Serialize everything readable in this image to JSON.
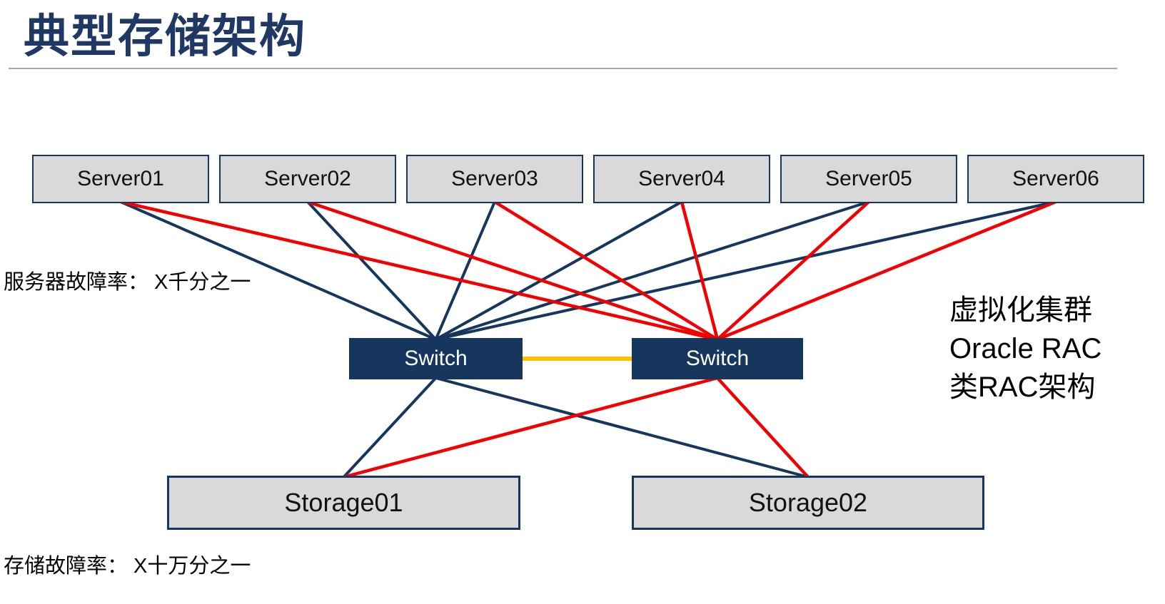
{
  "title": "典型存储架构",
  "colors": {
    "navy": "#17365D",
    "red": "#F40000",
    "yellow": "#FFC000",
    "box_fill": "#D9D9D9",
    "title_navy": "#203864",
    "divider_gray": "#A6A6A6"
  },
  "servers": [
    {
      "id": "server-1",
      "label": "Server01"
    },
    {
      "id": "server-2",
      "label": "Server02"
    },
    {
      "id": "server-3",
      "label": "Server03"
    },
    {
      "id": "server-4",
      "label": "Server04"
    },
    {
      "id": "server-5",
      "label": "Server05"
    },
    {
      "id": "server-6",
      "label": "Server06"
    }
  ],
  "switches": [
    {
      "id": "switch-1",
      "label": "Switch"
    },
    {
      "id": "switch-2",
      "label": "Switch"
    }
  ],
  "storages": [
    {
      "id": "storage-1",
      "label": "Storage01"
    },
    {
      "id": "storage-2",
      "label": "Storage02"
    }
  ],
  "annotations": {
    "server_failure_rate": "服务器故障率： X千分之一",
    "storage_failure_rate": "存储故障率： X十万分之一",
    "cluster_note_line1": "虚拟化集群",
    "cluster_note_line2": "Oracle RAC",
    "cluster_note_line3": "类RAC架构"
  },
  "connections": [
    {
      "from": "server-1",
      "fromSide": "bottom",
      "to": "switch-1",
      "toSide": "top",
      "color": "navy",
      "width": 4
    },
    {
      "from": "server-2",
      "fromSide": "bottom",
      "to": "switch-1",
      "toSide": "top",
      "color": "navy",
      "width": 4
    },
    {
      "from": "server-3",
      "fromSide": "bottom",
      "to": "switch-1",
      "toSide": "top",
      "color": "navy",
      "width": 4
    },
    {
      "from": "server-4",
      "fromSide": "bottom",
      "to": "switch-1",
      "toSide": "top",
      "color": "navy",
      "width": 4
    },
    {
      "from": "server-5",
      "fromSide": "bottom",
      "to": "switch-1",
      "toSide": "top",
      "color": "navy",
      "width": 4
    },
    {
      "from": "server-6",
      "fromSide": "bottom",
      "to": "switch-1",
      "toSide": "top",
      "color": "navy",
      "width": 4
    },
    {
      "from": "switch-1",
      "fromSide": "bottom",
      "to": "storage-1",
      "toSide": "top",
      "color": "navy",
      "width": 4
    },
    {
      "from": "switch-1",
      "fromSide": "bottom",
      "to": "storage-2",
      "toSide": "top",
      "color": "navy",
      "width": 4
    },
    {
      "from": "server-1",
      "fromSide": "bottom",
      "to": "switch-2",
      "toSide": "top",
      "color": "red",
      "width": 4.5
    },
    {
      "from": "server-2",
      "fromSide": "bottom",
      "to": "switch-2",
      "toSide": "top",
      "color": "red",
      "width": 4.5
    },
    {
      "from": "server-3",
      "fromSide": "bottom",
      "to": "switch-2",
      "toSide": "top",
      "color": "red",
      "width": 4.5
    },
    {
      "from": "server-4",
      "fromSide": "bottom",
      "to": "switch-2",
      "toSide": "top",
      "color": "red",
      "width": 4.5
    },
    {
      "from": "server-5",
      "fromSide": "bottom",
      "to": "switch-2",
      "toSide": "top",
      "color": "red",
      "width": 4.5
    },
    {
      "from": "server-6",
      "fromSide": "bottom",
      "to": "switch-2",
      "toSide": "top",
      "color": "red",
      "width": 4.5
    },
    {
      "from": "switch-2",
      "fromSide": "bottom",
      "to": "storage-1",
      "toSide": "top",
      "color": "red",
      "width": 4.5
    },
    {
      "from": "switch-2",
      "fromSide": "bottom",
      "to": "storage-2",
      "toSide": "top",
      "color": "red",
      "width": 4.5
    },
    {
      "from": "switch-1",
      "fromSide": "right",
      "to": "switch-2",
      "toSide": "left",
      "color": "yellow",
      "width": 6
    }
  ]
}
